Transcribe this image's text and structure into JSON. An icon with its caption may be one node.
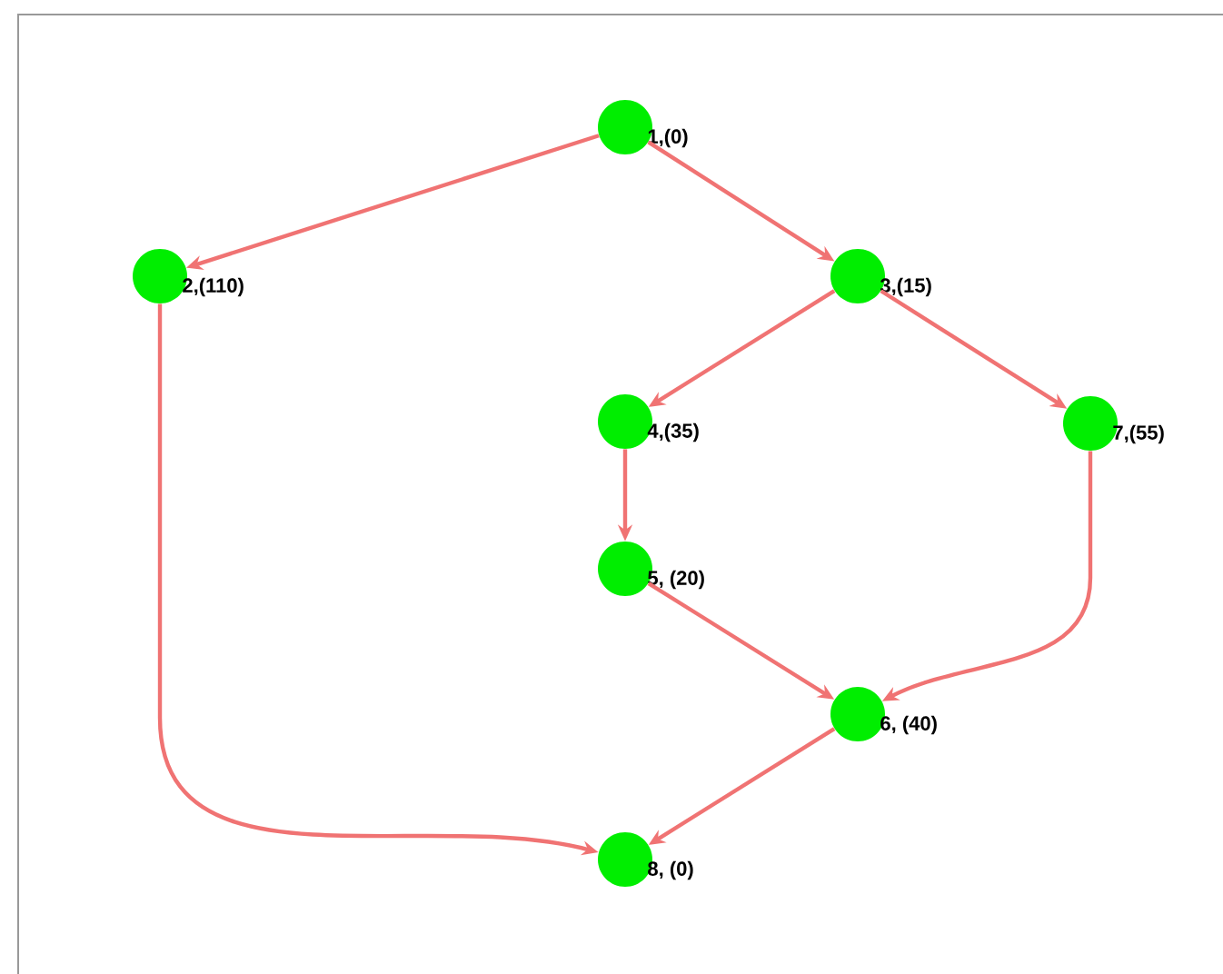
{
  "diagram": {
    "nodes": [
      {
        "text": [],
        "shape": "circle",
        "beside": [
          "1,(0)"
        ]
      },
      {
        "text": [],
        "shape": "circle",
        "beside": [
          "2,(110)"
        ]
      },
      {
        "text": [],
        "shape": "circle",
        "beside": [
          "3,(15)"
        ]
      },
      {
        "text": [],
        "shape": "circle",
        "beside": [
          "4,(35)"
        ]
      },
      {
        "text": [],
        "shape": "circle",
        "beside": [
          "5, (20)"
        ]
      },
      {
        "text": [],
        "shape": "circle",
        "beside": [
          "6, (40)"
        ]
      },
      {
        "text": [],
        "shape": "circle",
        "beside": [
          "7,(55)"
        ]
      },
      {
        "text": [],
        "shape": "circle",
        "beside": [
          "8, (0)"
        ]
      }
    ],
    "edges": [
      {
        "from": 0,
        "to": 1,
        "arrow": "to"
      },
      {
        "from": 0,
        "to": 2,
        "arrow": "to"
      },
      {
        "from": 2,
        "to": 3,
        "arrow": "to"
      },
      {
        "from": 2,
        "to": 6,
        "arrow": "to"
      },
      {
        "from": 3,
        "to": 4,
        "arrow": "to"
      },
      {
        "from": 4,
        "to": 5,
        "arrow": "to"
      },
      {
        "from": 6,
        "to": 5,
        "arrow": "to"
      },
      {
        "from": 1,
        "to": 7,
        "arrow": "to"
      },
      {
        "from": 5,
        "to": 7,
        "arrow": "to"
      }
    ]
  }
}
